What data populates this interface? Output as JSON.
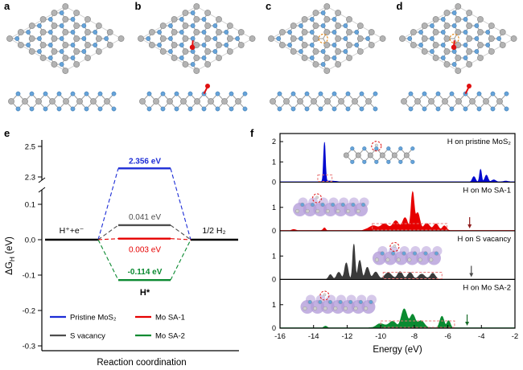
{
  "panels": {
    "a": {
      "label": "a",
      "adatom": false,
      "vacancy": false
    },
    "b": {
      "label": "b",
      "adatom": true,
      "vacancy": false
    },
    "c": {
      "label": "c",
      "adatom": false,
      "vacancy": true
    },
    "d": {
      "label": "d",
      "adatom": true,
      "vacancy": true
    },
    "e": {
      "label": "e"
    },
    "f": {
      "label": "f"
    }
  },
  "colors": {
    "mo_atom": "#b3b3b3",
    "mo_stroke": "#808080",
    "s_atom": "#66a3d9",
    "s_stroke": "#3c78ad",
    "bond": "#9a9a9a",
    "h_atom": "#e01010",
    "vacancy_ring": "#e2891b",
    "pristine": "#1c2cd6",
    "s_vacancy": "#4d4d4d",
    "mo_sa1": "#e60000",
    "mo_sa2": "#0b8a31",
    "pristine_dos": "#0009cf",
    "s_vacancy_dos": "#3a3a3a",
    "dashed_box": "#e87878",
    "inset_blob": "#b49dd9",
    "inset_ring": "#e02020"
  },
  "chart_data": [
    {
      "id": "hydrogen-adsorption-free-energy",
      "type": "line",
      "xlabel": "Reaction coordination",
      "ylabel": {
        "main": "ΔG",
        "sub": "H",
        "unit": " (eV)"
      },
      "states": {
        "left": "H⁺+e⁻",
        "mid": "H*",
        "right": "1/2 H₂"
      },
      "axis_break": true,
      "yticks_upper": [
        2.5,
        2.3
      ],
      "yticks_lower": [
        0.1,
        0.0,
        -0.1,
        -0.2,
        -0.3
      ],
      "series": [
        {
          "name": "Pristine MoS₂",
          "color_key": "pristine",
          "delta_g_ev": 2.356,
          "value_label": "2.356 eV"
        },
        {
          "name": "S vacancy",
          "color_key": "s_vacancy",
          "delta_g_ev": 0.041,
          "value_label": "0.041 eV"
        },
        {
          "name": "Mo SA-1",
          "color_key": "mo_sa1",
          "delta_g_ev": 0.003,
          "value_label": "0.003 eV"
        },
        {
          "name": "Mo SA-2",
          "color_key": "mo_sa2",
          "delta_g_ev": -0.114,
          "value_label": "-0.114 eV"
        }
      ]
    },
    {
      "id": "density-of-states",
      "type": "area",
      "xlabel": "Energy (eV)",
      "xlim": [
        -16,
        -2
      ],
      "xticks": [
        -16,
        -14,
        -12,
        -10,
        -8,
        -6,
        -4,
        -2
      ],
      "panels": [
        {
          "label": "H on pristine MoS₂",
          "color_key": "pristine_dos",
          "ymax": 2.2,
          "yticks": [
            0,
            1,
            2
          ],
          "peaks": [
            [
              -13.35,
              1.95,
              0.055
            ],
            [
              -12.95,
              0.05,
              0.25
            ],
            [
              -4.45,
              0.26,
              0.09
            ],
            [
              -4.05,
              0.62,
              0.06
            ],
            [
              -3.7,
              0.34,
              0.09
            ],
            [
              -3.25,
              0.1,
              0.12
            ],
            [
              -2.55,
              0.05,
              0.12
            ]
          ],
          "arrow_x": null,
          "arrow_color": null,
          "box": [
            -13.75,
            -12.9
          ],
          "inset": "lattice",
          "inset_cx": -9.8,
          "inset_w": 94
        },
        {
          "label": "H on Mo SA-1",
          "color_key": "mo_sa1",
          "ymax": 1.9,
          "yticks": [
            0,
            1
          ],
          "peaks": [
            [
              -15.2,
              0.05,
              0.1
            ],
            [
              -13.35,
              0.12,
              0.07
            ],
            [
              -10.45,
              0.2,
              0.28
            ],
            [
              -9.75,
              0.28,
              0.22
            ],
            [
              -9.1,
              0.42,
              0.18
            ],
            [
              -8.55,
              0.55,
              0.15
            ],
            [
              -8.1,
              1.6,
              0.09
            ],
            [
              -7.8,
              0.75,
              0.13
            ],
            [
              -7.25,
              0.3,
              0.18
            ],
            [
              -6.7,
              0.28,
              0.14
            ],
            [
              -6.2,
              0.2,
              0.12
            ]
          ],
          "arrow_x": -4.7,
          "arrow_color": "#8f1d1d",
          "box": [
            -10.5,
            -6.05
          ],
          "inset": "cluster",
          "inset_cx": -13.0,
          "inset_w": 92
        },
        {
          "label": "H on S vacancy",
          "color_key": "s_vacancy_dos",
          "ymax": 1.9,
          "yticks": [
            0,
            1
          ],
          "peaks": [
            [
              -13.0,
              0.2,
              0.1
            ],
            [
              -12.5,
              0.3,
              0.12
            ],
            [
              -12.05,
              0.7,
              0.1
            ],
            [
              -11.6,
              1.5,
              0.07
            ],
            [
              -11.25,
              0.8,
              0.1
            ],
            [
              -10.8,
              0.5,
              0.12
            ],
            [
              -10.3,
              0.3,
              0.15
            ],
            [
              -9.55,
              0.28,
              0.2
            ],
            [
              -8.85,
              0.32,
              0.15
            ],
            [
              -8.25,
              0.28,
              0.15
            ],
            [
              -7.55,
              0.22,
              0.18
            ],
            [
              -6.9,
              0.26,
              0.14
            ]
          ],
          "arrow_x": -4.6,
          "arrow_color": "#4a4a4a",
          "box": [
            -9.85,
            -6.35
          ],
          "inset": "cluster",
          "inset_cx": -8.45,
          "inset_w": 84
        },
        {
          "label": "H on Mo SA-2",
          "color_key": "mo_sa2",
          "ymax": 1.9,
          "yticks": [
            0,
            1
          ],
          "peaks": [
            [
              -13.3,
              0.07,
              0.1
            ],
            [
              -10.0,
              0.18,
              0.25
            ],
            [
              -9.3,
              0.28,
              0.2
            ],
            [
              -8.6,
              0.8,
              0.17
            ],
            [
              -8.1,
              0.55,
              0.15
            ],
            [
              -7.6,
              0.3,
              0.2
            ],
            [
              -6.35,
              0.5,
              0.12
            ],
            [
              -5.95,
              0.3,
              0.1
            ]
          ],
          "arrow_x": -4.85,
          "arrow_color": "#166b28",
          "box": [
            -10.0,
            -5.6
          ],
          "inset": "cluster",
          "inset_cx": -12.55,
          "inset_w": 92
        }
      ]
    }
  ]
}
